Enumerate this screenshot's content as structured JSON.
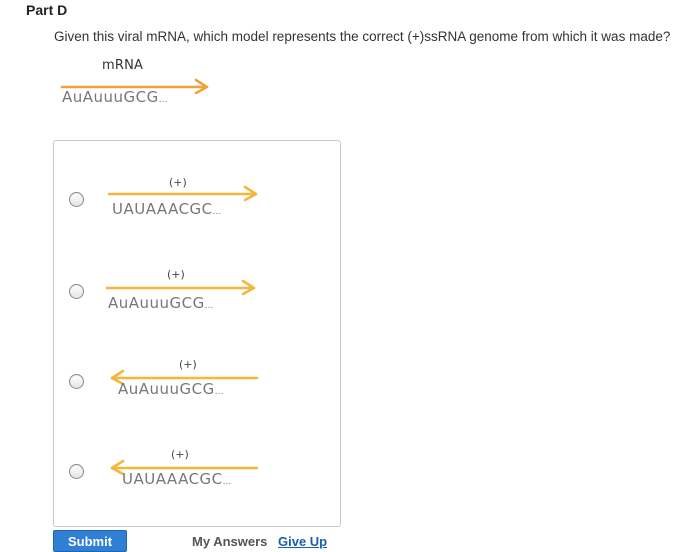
{
  "part": {
    "title": "Part D"
  },
  "question": {
    "text": "Given this viral mRNA, which model represents the correct (+)ssRNA genome from which it was made?"
  },
  "mrna": {
    "label": "mRNA",
    "sequence": "AuAuuuGCG",
    "ellipsis": "...",
    "arrow_direction": "right",
    "arrow_color": "#f0a23a"
  },
  "options": [
    {
      "strand_label": "(+)",
      "sequence": "UAUAAACGC",
      "ellipsis": "...",
      "arrow_direction": "right",
      "arrow_color": "#f2b83c",
      "selected": false
    },
    {
      "strand_label": "(+)",
      "sequence": "AuAuuuGCG",
      "ellipsis": "...",
      "arrow_direction": "right",
      "arrow_color": "#f2b83c",
      "selected": false
    },
    {
      "strand_label": "(+)",
      "sequence": "AuAuuuGCG",
      "ellipsis": "...",
      "arrow_direction": "left",
      "arrow_color": "#f2b83c",
      "selected": false
    },
    {
      "strand_label": "(+)",
      "sequence": "UAUAAACGC",
      "ellipsis": "...",
      "arrow_direction": "left",
      "arrow_color": "#f2b83c",
      "selected": false
    }
  ],
  "footer": {
    "submit_label": "Submit",
    "my_answers_label": "My Answers",
    "give_up_label": "Give Up",
    "submit_color": "#2f7fd4"
  }
}
